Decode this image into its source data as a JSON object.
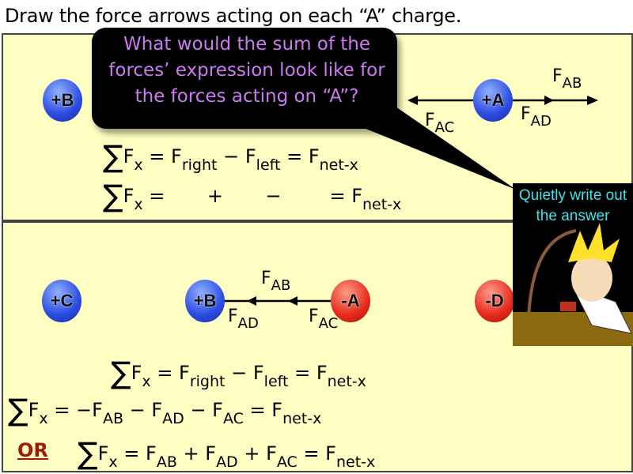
{
  "title": "Draw the force arrows acting on each “A” charge.",
  "callout": {
    "text": "What would the sum of the forces’ expression look like for the forces acting on “A”?"
  },
  "cartoon": {
    "text": "Quietly write out the answer"
  },
  "top": {
    "charges": [
      "+B",
      "+A"
    ],
    "labels": {
      "fab": [
        "F",
        "AB"
      ],
      "fac": [
        "F",
        "AC"
      ],
      "fad": [
        "F",
        "AD"
      ]
    },
    "equations": [
      [
        [
          "∑",
          "sig"
        ],
        [
          "F",
          ""
        ],
        [
          "x",
          "sub"
        ],
        [
          " = F",
          ""
        ],
        [
          "right",
          "sub"
        ],
        [
          " − F",
          ""
        ],
        [
          "left",
          "sub"
        ],
        [
          " = F",
          ""
        ],
        [
          "net-x",
          "sub"
        ]
      ],
      [
        [
          "∑",
          "sig"
        ],
        [
          "F",
          ""
        ],
        [
          "x",
          "sub"
        ],
        [
          " =       +       −        = F",
          ""
        ],
        [
          "net-x",
          "sub"
        ]
      ]
    ]
  },
  "bottom": {
    "charges": [
      "+C",
      "+B",
      "-A",
      "-D"
    ],
    "labels": {
      "fab": [
        "F",
        "AB"
      ],
      "fac": [
        "F",
        "AC"
      ],
      "fad": [
        "F",
        "AD"
      ]
    },
    "or_label": "OR",
    "equations": [
      [
        [
          "∑",
          "sig"
        ],
        [
          "F",
          ""
        ],
        [
          "x",
          "sub"
        ],
        [
          " = F",
          ""
        ],
        [
          "right",
          "sub"
        ],
        [
          " − F",
          ""
        ],
        [
          "left",
          "sub"
        ],
        [
          " = F",
          ""
        ],
        [
          "net-x",
          "sub"
        ]
      ],
      [
        [
          "∑",
          "sig"
        ],
        [
          "F",
          ""
        ],
        [
          "x",
          "sub"
        ],
        [
          " = −F",
          ""
        ],
        [
          "AB",
          "sub"
        ],
        [
          " − F",
          ""
        ],
        [
          "AD",
          "sub"
        ],
        [
          " − F",
          ""
        ],
        [
          "AC",
          "sub"
        ],
        [
          " = F",
          ""
        ],
        [
          "net-x",
          "sub"
        ]
      ],
      [
        [
          "∑",
          "sig"
        ],
        [
          "F",
          ""
        ],
        [
          "x",
          "sub"
        ],
        [
          " = F",
          ""
        ],
        [
          "AB",
          "sub"
        ],
        [
          " + F",
          ""
        ],
        [
          "AD",
          "sub"
        ],
        [
          " + F",
          ""
        ],
        [
          "AC",
          "sub"
        ],
        [
          " = F",
          ""
        ],
        [
          "net-x",
          "sub"
        ]
      ]
    ]
  }
}
